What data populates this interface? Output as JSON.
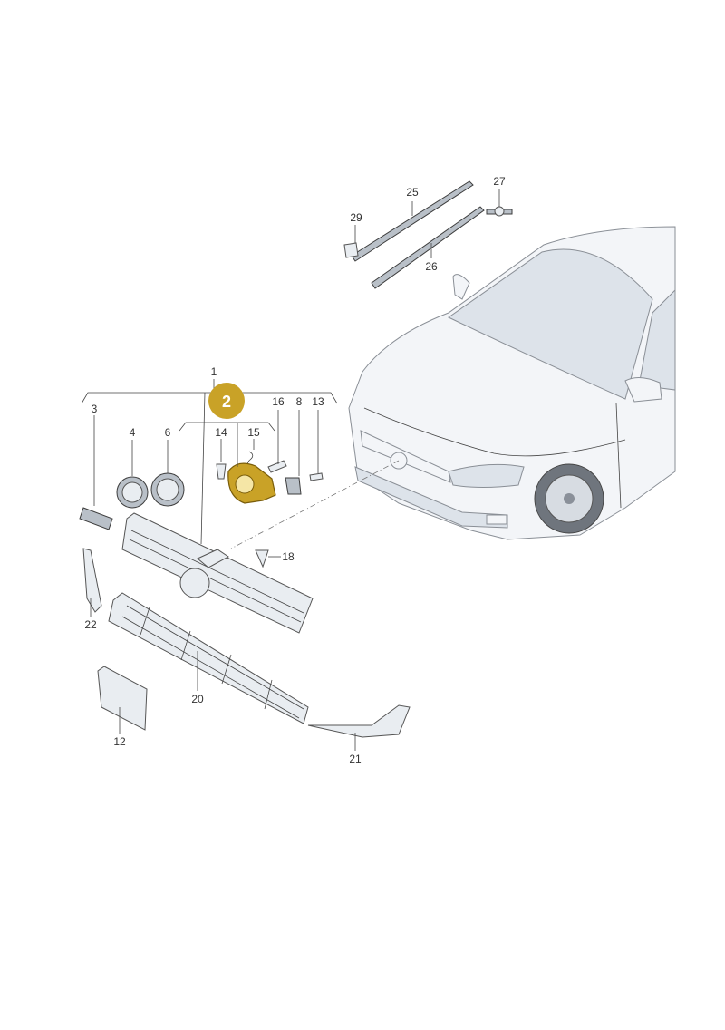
{
  "diagram": {
    "highlight_badge": {
      "label": "2",
      "color": "#c9a227",
      "text_color": "#ffffff"
    },
    "callouts": [
      {
        "id": "c1",
        "label": "1"
      },
      {
        "id": "c3",
        "label": "3"
      },
      {
        "id": "c4",
        "label": "4"
      },
      {
        "id": "c6",
        "label": "6"
      },
      {
        "id": "c14",
        "label": "14"
      },
      {
        "id": "c15",
        "label": "15"
      },
      {
        "id": "c16",
        "label": "16"
      },
      {
        "id": "c8",
        "label": "8"
      },
      {
        "id": "c13",
        "label": "13"
      },
      {
        "id": "c18",
        "label": "18"
      },
      {
        "id": "c22",
        "label": "22"
      },
      {
        "id": "c20",
        "label": "20"
      },
      {
        "id": "c12",
        "label": "12"
      },
      {
        "id": "c21",
        "label": "21"
      },
      {
        "id": "c25",
        "label": "25"
      },
      {
        "id": "c26",
        "label": "26"
      },
      {
        "id": "c27",
        "label": "27"
      },
      {
        "id": "c29",
        "label": "29"
      }
    ],
    "colors": {
      "highlighted_part": "#c9a227",
      "line_art": "#555555"
    }
  }
}
